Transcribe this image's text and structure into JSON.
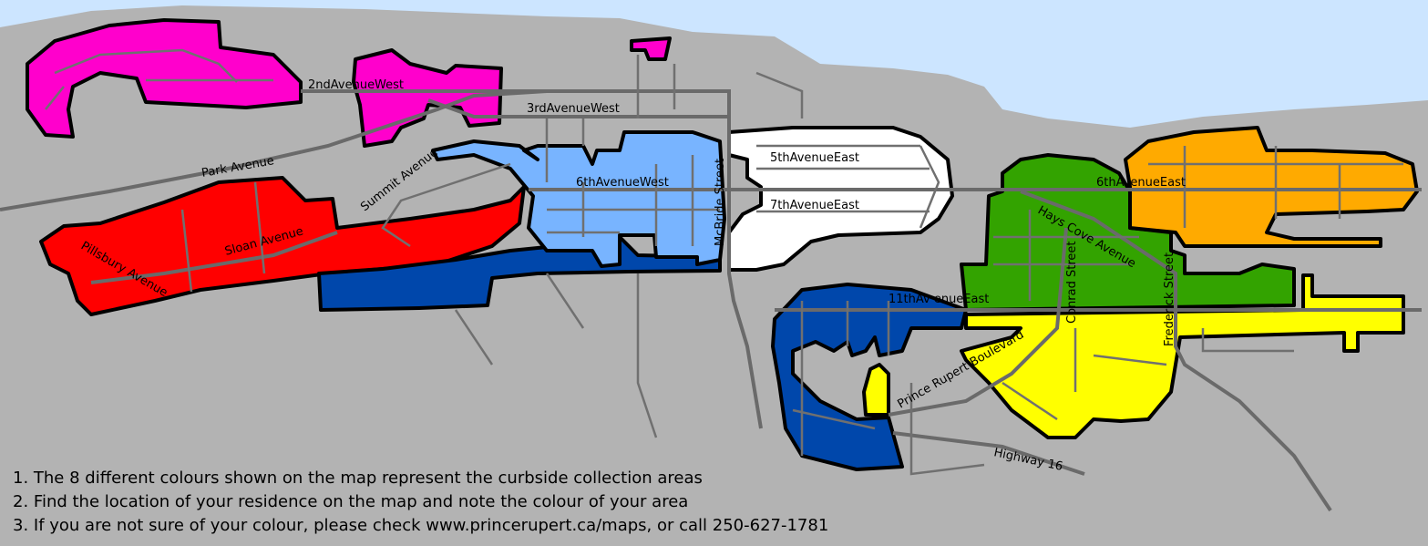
{
  "colors": {
    "background": "#b3b3b3",
    "water": "#cce5ff",
    "magenta": "#ff00cc",
    "red": "#ff0000",
    "dark_blue": "#0047ab",
    "light_blue": "#78b4ff",
    "white": "#ffffff",
    "green": "#33a300",
    "orange": "#ffaa00",
    "yellow": "#ffff00"
  },
  "streets": {
    "second_ave_west": "2ndAvenueWest",
    "third_ave_west": "3rdAvenueWest",
    "park_ave": "Park Avenue",
    "summit_ave": "Summit Avenue",
    "sixth_ave_west": "6thAvenueWest",
    "mcbride": "McBride Street",
    "fifth_ave_east": "5thAvenueEast",
    "seventh_ave_east": "7thAvenueEast",
    "sixth_ave_east": "6thAvenueEast",
    "hays_cove": "Hays Cove Avenue",
    "pillsbury": "Pillsbury Avenue",
    "sloan": "Sloan Avenue",
    "eleventh_ave_east": "11thAv enueEast",
    "conrad": "Conrad Street",
    "frederick": "Frederick Street",
    "prince_rupert_blvd": "Prince Rupert Boulevard",
    "highway16": "Highway 16"
  },
  "notes": [
    "1. The 8 different colours shown on the map represent the curbside collection areas",
    "2. Find the location of your residence on the map and note the colour of your area",
    "3. If you are not sure of your colour, please check www.princerupert.ca/maps, or call 250-627-1781"
  ]
}
